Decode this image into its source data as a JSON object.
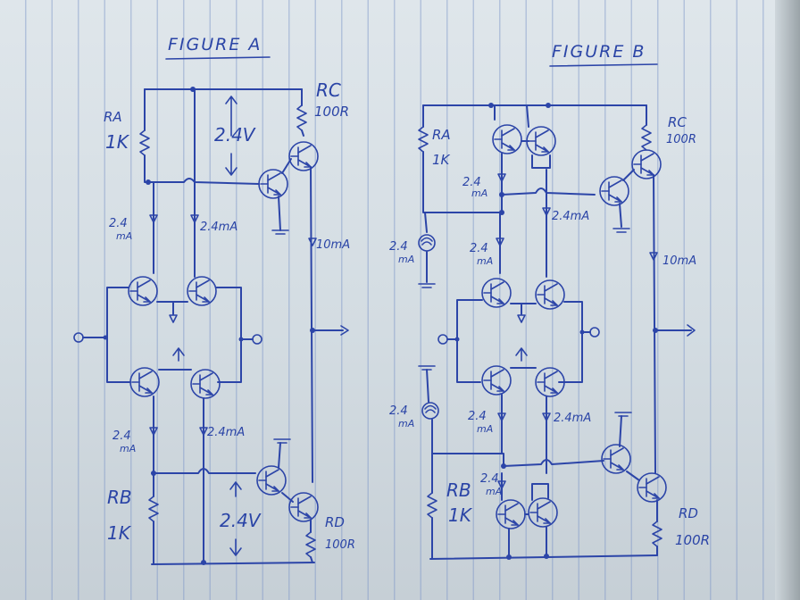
{
  "figure_a": {
    "title": "FIGURE A",
    "ra_name": "RA",
    "ra_value": "1K",
    "rc_name": "RC",
    "rc_value": "100R",
    "v_top": "2.4V",
    "i_left": "2.4",
    "i_left_unit": "mA",
    "i_mid": "2.4mA",
    "i_out": "10mA",
    "i_low_left": "2.4",
    "i_low_left_unit": "mA",
    "i_low_mid": "2.4mA",
    "rb_name": "RB",
    "rb_value": "1K",
    "v_bottom": "2.4V",
    "rd_name": "RD",
    "rd_value": "100R"
  },
  "figure_b": {
    "title": "FIGURE B",
    "ra_name": "RA",
    "ra_value": "1K",
    "rc_name": "RC",
    "rc_value": "100R",
    "i_mirror": "2.4",
    "i_mirror_unit": "mA",
    "i_mid": "2.4mA",
    "src_top": "2.4",
    "src_top_unit": "mA",
    "i_left": "2.4",
    "i_left_unit": "mA",
    "i_out": "10mA",
    "src_bottom": "2.4",
    "src_bottom_unit": "mA",
    "i_low_left": "2.4",
    "i_low_left_unit": "mA",
    "i_low_mid": "2.4mA",
    "i_mirror_low": "2.4",
    "i_mirror_low_unit": "mA",
    "rb_name": "RB",
    "rb_value": "1K",
    "rd_name": "RD",
    "rd_value": "100R"
  }
}
